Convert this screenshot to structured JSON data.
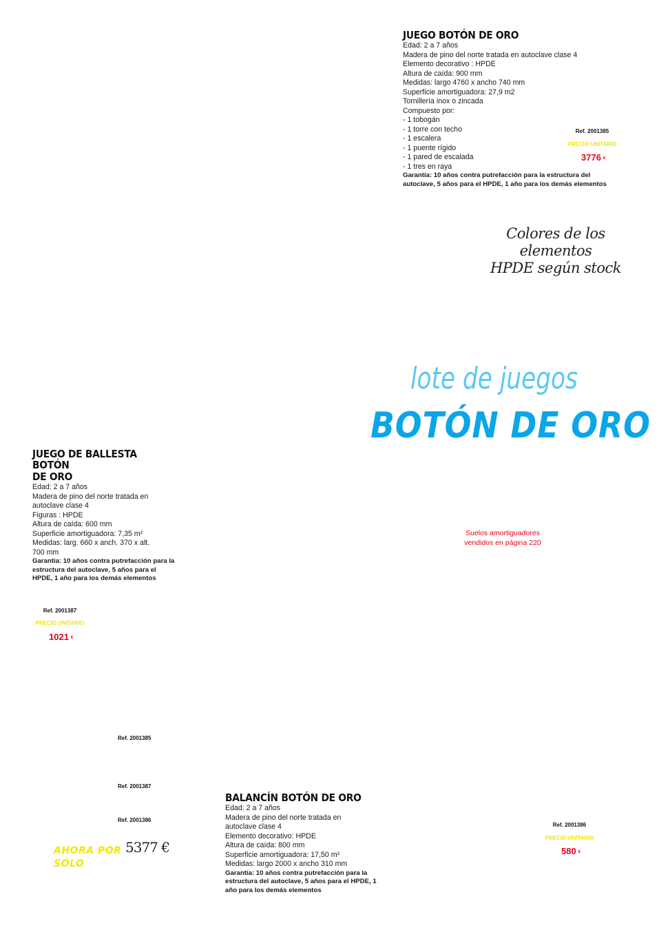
{
  "product_1": {
    "title": "JUEGO BOTÓN DE ORO",
    "lines": [
      "Edad: 2 a 7 años",
      "Madera de pino del norte tratada en autoclave clase 4",
      "Elemento decorativo : HPDE",
      "Altura de caída: 900 mm",
      "Medidas: largo 4760 x ancho 740 mm",
      "Superficie amortiguadora: 27,9 m2",
      "Tornillería inox o zincada",
      "Compuesto por:",
      "- 1 tobogán",
      "- 1 torre con techo",
      "- 1 escalera",
      "- 1 puente rígido",
      "- 1 pared de escalada",
      "- 1 tres en raya"
    ],
    "guarantee": "Garantía: 10 años contra putrefacción para la estructura del autoclave, 5 años para el HPDE, 1 año para los demás elementos",
    "ref": "Ref. 2001385",
    "unit_label": "PRECIO UNITARIO",
    "price": "3776",
    "currency": "€"
  },
  "colors_note": {
    "line1": "Colores de los elementos",
    "line2": "HPDE según stock"
  },
  "hero": {
    "line1": "lote de juegos",
    "line2": "BOTÓN DE ORO"
  },
  "product_2": {
    "title_line1": "JUEGO DE BALLESTA BOTÓN",
    "title_line2": "DE ORO",
    "lines": [
      "Edad: 2 a 7 años",
      "Madera de pino del norte tratada en",
      "autoclave clase 4",
      "Figuras : HPDE",
      "Altura de caída: 600 mm",
      "Superficie amortiguadora: 7,35 m²",
      "Medidas: larg. 660 x anch. 370 x alt.",
      "700 mm"
    ],
    "guarantee": "Garantía: 10 años contra putrefacción para la estructura del autoclave, 5 años para el HPDE, 1 año para los demás elementos",
    "ref": "Ref. 2001387",
    "unit_label": "PRECIO UNITARIO",
    "price": "1021",
    "currency": "€"
  },
  "floor_note": {
    "line1": "Suelos amortiguadores",
    "line2": "vendidos en página 220"
  },
  "summary": {
    "refs": [
      "Ref. 2001385",
      "Ref. 2001387",
      "Ref. 2001386"
    ],
    "offer_line1": "AHORA POR",
    "offer_line2": "SÓLO",
    "total": "5377 €"
  },
  "product_3": {
    "title": "BALANCÍN BOTÓN DE ORO",
    "lines": [
      "Edad: 2 a 7 años",
      "Madera de pino del norte tratada en",
      "autoclave clase 4",
      "Elemento decorativo: HPDE",
      "Altura de caída: 800 mm",
      "Superficie amortiguadora: 17,50 m²",
      "Medidas: largo 2000 x ancho 310 mm"
    ],
    "guarantee": "Garantía: 10 años contra putrefacción para la estructura del autoclave, 5 años para el HPDE, 1 año para los demás elementos",
    "ref": "Ref. 2001386",
    "unit_label": "PRECIO UNITARIO",
    "price": "580",
    "currency": "€"
  },
  "colors": {
    "hero_light": "#5bc8f0",
    "hero_dark": "#0aa6e8",
    "price_red": "#e3001b",
    "label_yellow": "#f3e600"
  }
}
